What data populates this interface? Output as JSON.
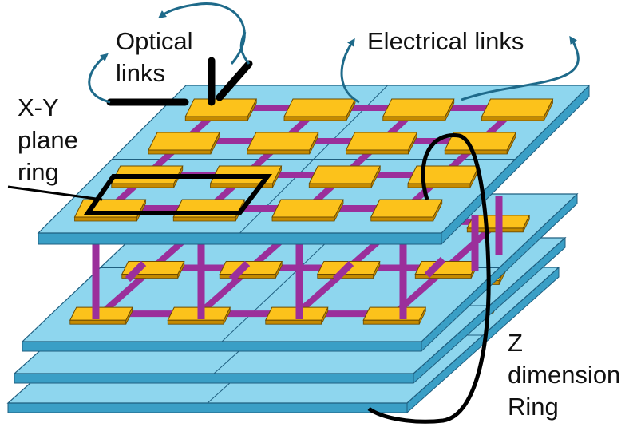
{
  "labels": {
    "optical": [
      "Optical",
      "links"
    ],
    "electrical": "Electrical links",
    "xy_ring": [
      "X-Y",
      "plane",
      "ring"
    ],
    "z_ring": [
      "Z",
      "dimension",
      "Ring"
    ]
  },
  "layers": 4,
  "colors": {
    "board_top": "#8ed6ee",
    "board_side": "#3a9fc6",
    "board_edge": "#1f5f80",
    "chip_top": "#fcc21b",
    "chip_side": "#c48a00",
    "chip_edge": "#6b4a00",
    "link": "#9b2f9b",
    "arrow": "#1e6a8a",
    "ring": "#000000"
  }
}
